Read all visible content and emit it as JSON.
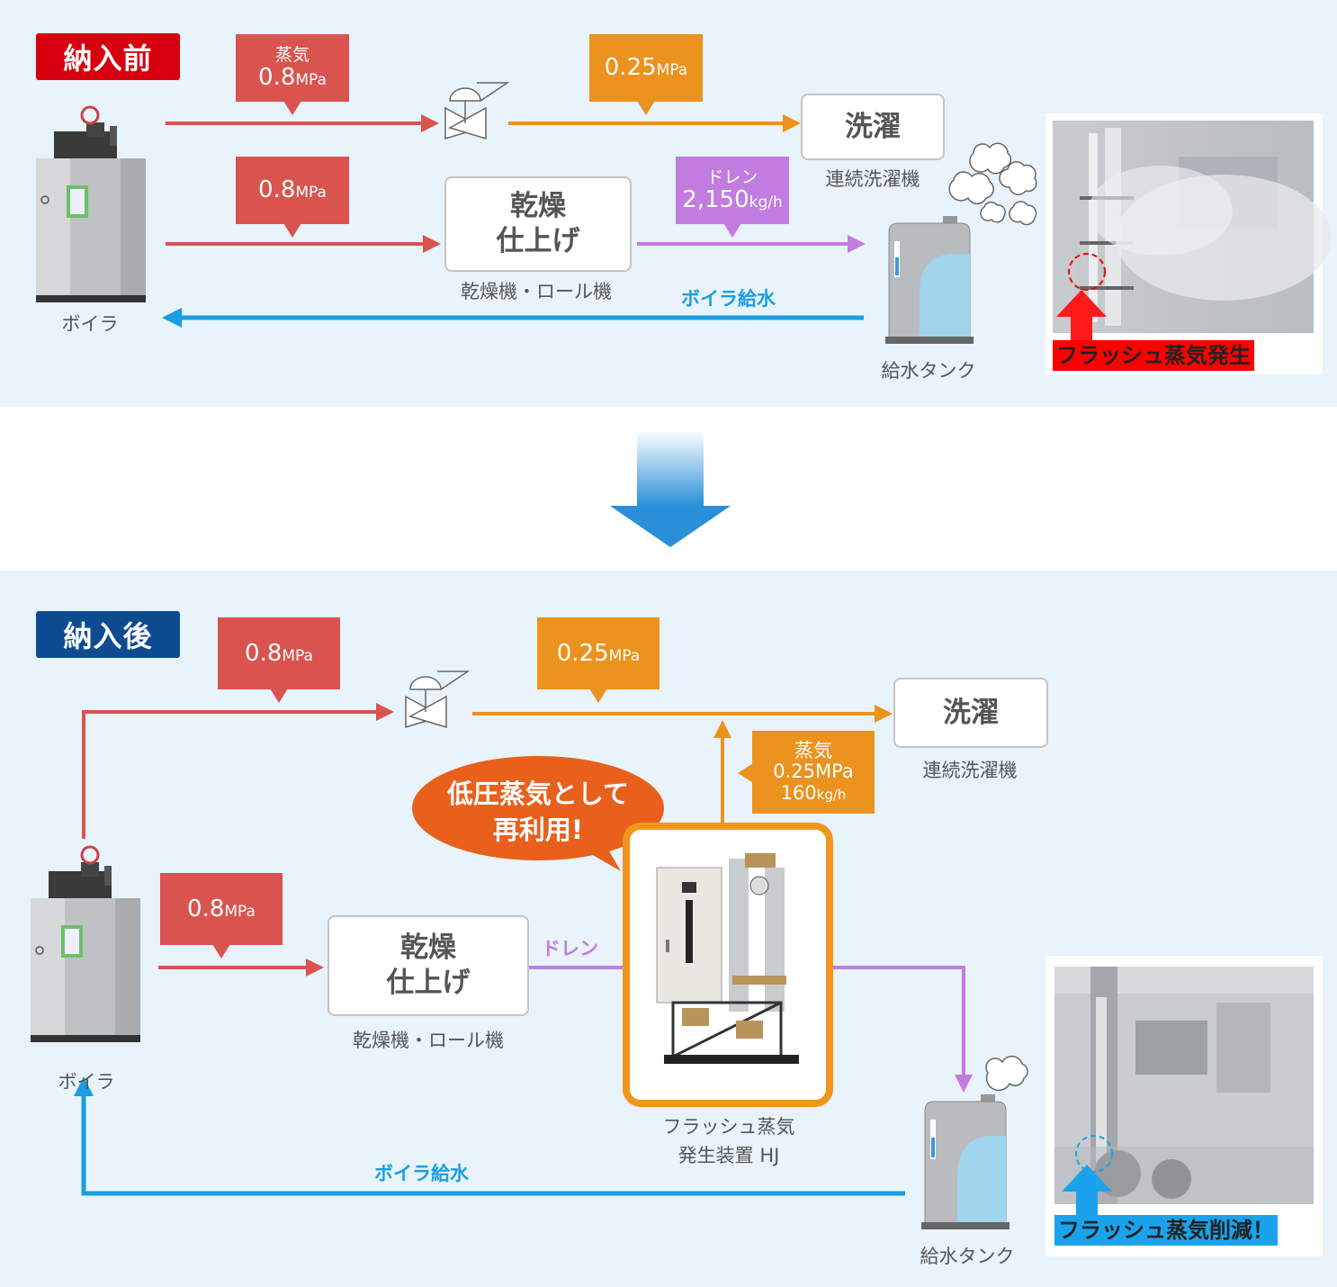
{
  "colors": {
    "panel_bg": "#e8f3fc",
    "high_pressure": "#d9534f",
    "low_pressure": "#ec921e",
    "drain": "#c27ce0",
    "feedwater": "#1a9ee2",
    "before_tag": "#d7000f",
    "after_tag": "#0e4c92",
    "speech_bubble": "#e8601c",
    "flash_red": "#ff0000",
    "flash_blue": "#1aa3ec"
  },
  "before": {
    "tag": "納入前",
    "steam_callout": {
      "top": "蒸気",
      "value": "0.8",
      "unit": "MPa"
    },
    "low_callout": {
      "value": "0.25",
      "unit": "MPa"
    },
    "dry_callout": {
      "value": "0.8",
      "unit": "MPa"
    },
    "drain_callout": {
      "top": "ドレン",
      "value": "2,150",
      "unit": "kg/h"
    },
    "washing_box": "洗濯",
    "washing_label": "連続洗濯機",
    "dryer_box_line1": "乾燥",
    "dryer_box_line2": "仕上げ",
    "dryer_label": "乾燥機・ロール機",
    "feedwater_label": "ボイラ給水",
    "boiler_label": "ボイラ",
    "tank_label": "給水タンク",
    "photo_caption": "フラッシュ蒸気発生"
  },
  "after": {
    "tag": "納入後",
    "steam_callout": {
      "value": "0.8",
      "unit": "MPa"
    },
    "low_callout": {
      "value": "0.25",
      "unit": "MPa"
    },
    "dry_callout": {
      "value": "0.8",
      "unit": "MPa"
    },
    "flash_callout": {
      "top": "蒸気",
      "mid": "0.25MPa",
      "value": "160",
      "unit": "kg/h"
    },
    "bubble_line1": "低圧蒸気として",
    "bubble_line2": "再利用!",
    "washing_box": "洗濯",
    "washing_label": "連続洗濯機",
    "dryer_box_line1": "乾燥",
    "dryer_box_line2": "仕上げ",
    "dryer_label": "乾燥機・ロール機",
    "drain_label": "ドレン",
    "device_label_line1": "フラッシュ蒸気",
    "device_label_line2": "発生装置 HJ",
    "feedwater_label": "ボイラ給水",
    "boiler_label": "ボイラ",
    "tank_label": "給水タンク",
    "photo_caption": "フラッシュ蒸気削減！"
  },
  "icons": {
    "boiler": "boiler-icon",
    "tank": "feedwater-tank-icon",
    "valve": "pressure-reducing-valve-icon",
    "steam_cloud": "steam-cloud-icon",
    "transition_arrow": "down-arrow-icon",
    "device": "flash-steam-generator-icon",
    "photo_arrow": "up-arrow-icon"
  }
}
